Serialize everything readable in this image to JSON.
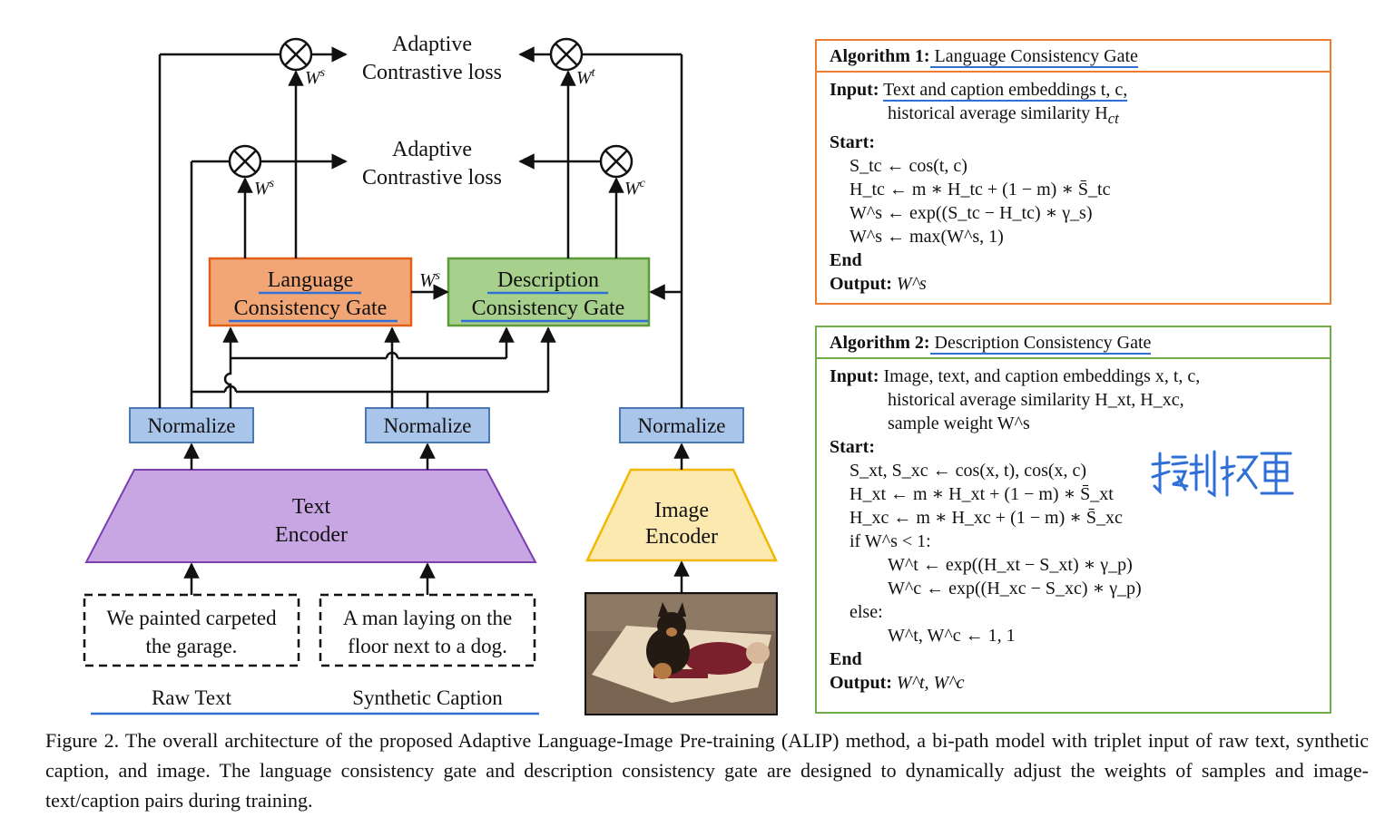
{
  "diagram": {
    "loss_top": [
      "Adaptive",
      "Contrastive loss"
    ],
    "loss_mid": [
      "Adaptive",
      "Contrastive loss"
    ],
    "w_s": "W",
    "w_s_sup": "s",
    "w_t_sup": "t",
    "w_c_sup": "c",
    "lang_gate": [
      "Language",
      "Consistency Gate"
    ],
    "desc_gate": [
      "Description",
      "Consistency Gate"
    ],
    "normalize": "Normalize",
    "text_encoder": [
      "Text",
      "Encoder"
    ],
    "image_encoder": [
      "Image",
      "Encoder"
    ],
    "raw_text_box": [
      "We painted carpeted",
      "the garage."
    ],
    "caption_box": [
      "A man laying on the",
      "floor next to a dog."
    ],
    "raw_text_label": "Raw Text",
    "caption_label": "Synthetic Caption",
    "colors": {
      "lang_gate_fill": "#f2a675",
      "desc_gate_fill": "#a7d08c",
      "normalize_fill": "#a9c6ea",
      "text_encoder_fill": "#c8a5e3",
      "image_encoder_fill": "#fbe9b0",
      "algo1_border": "#ed7d31",
      "algo2_border": "#70ad47",
      "annotation_blue": "#2f6fd6"
    }
  },
  "algo1": {
    "title_bold": "Algorithm 1:",
    "title": " Language Consistency Gate",
    "input_kw": "Input:",
    "input_line1": "Text and caption embeddings t, c,",
    "input_line2": "historical average similarity H",
    "input_line2_sub": "ct",
    "start_kw": "Start:",
    "lines": [
      "S_tc ← cos(t, c)",
      "H_tc ← m ∗ H_tc + (1 − m) ∗ S̄_tc",
      "W^s ← exp((S_tc − H_tc) ∗ γ_s)",
      "W^s ← max(W^s, 1)"
    ],
    "end_kw": "End",
    "output_kw": "Output:",
    "output": "W^s"
  },
  "algo2": {
    "title_bold": "Algorithm 2:",
    "title": " Description Consistency Gate",
    "input_kw": "Input:",
    "input_line1": "Image, text, and caption embeddings x, t, c,",
    "input_line2": "historical average similarity H_xt, H_xc,",
    "input_line3": "sample weight W^s",
    "start_kw": "Start:",
    "lines": [
      "S_xt, S_xc ← cos(x, t), cos(x, c)",
      "H_xt ← m ∗ H_xt + (1 − m) ∗ S̄_xt",
      "H_xc ← m ∗ H_xc + (1 − m) ∗ S̄_xc",
      "if W^s < 1:",
      "W^t ← exp((H_xt − S_xt) ∗ γ_p)",
      "W^c ← exp((H_xc − S_xc) ∗ γ_p)",
      "else:",
      "W^t, W^c ← 1, 1"
    ],
    "end_kw": "End",
    "output_kw": "Output:",
    "output": "W^t, W^c"
  },
  "handwritten_note": "控制权重",
  "caption": "Figure 2.   The overall architecture of the proposed Adaptive Language-Image Pre-training (ALIP) method, a bi-path model with triplet input of raw text, synthetic caption, and image. The language consistency gate and description consistency gate are designed to dynamically adjust the weights of samples and image-text/caption pairs during training."
}
